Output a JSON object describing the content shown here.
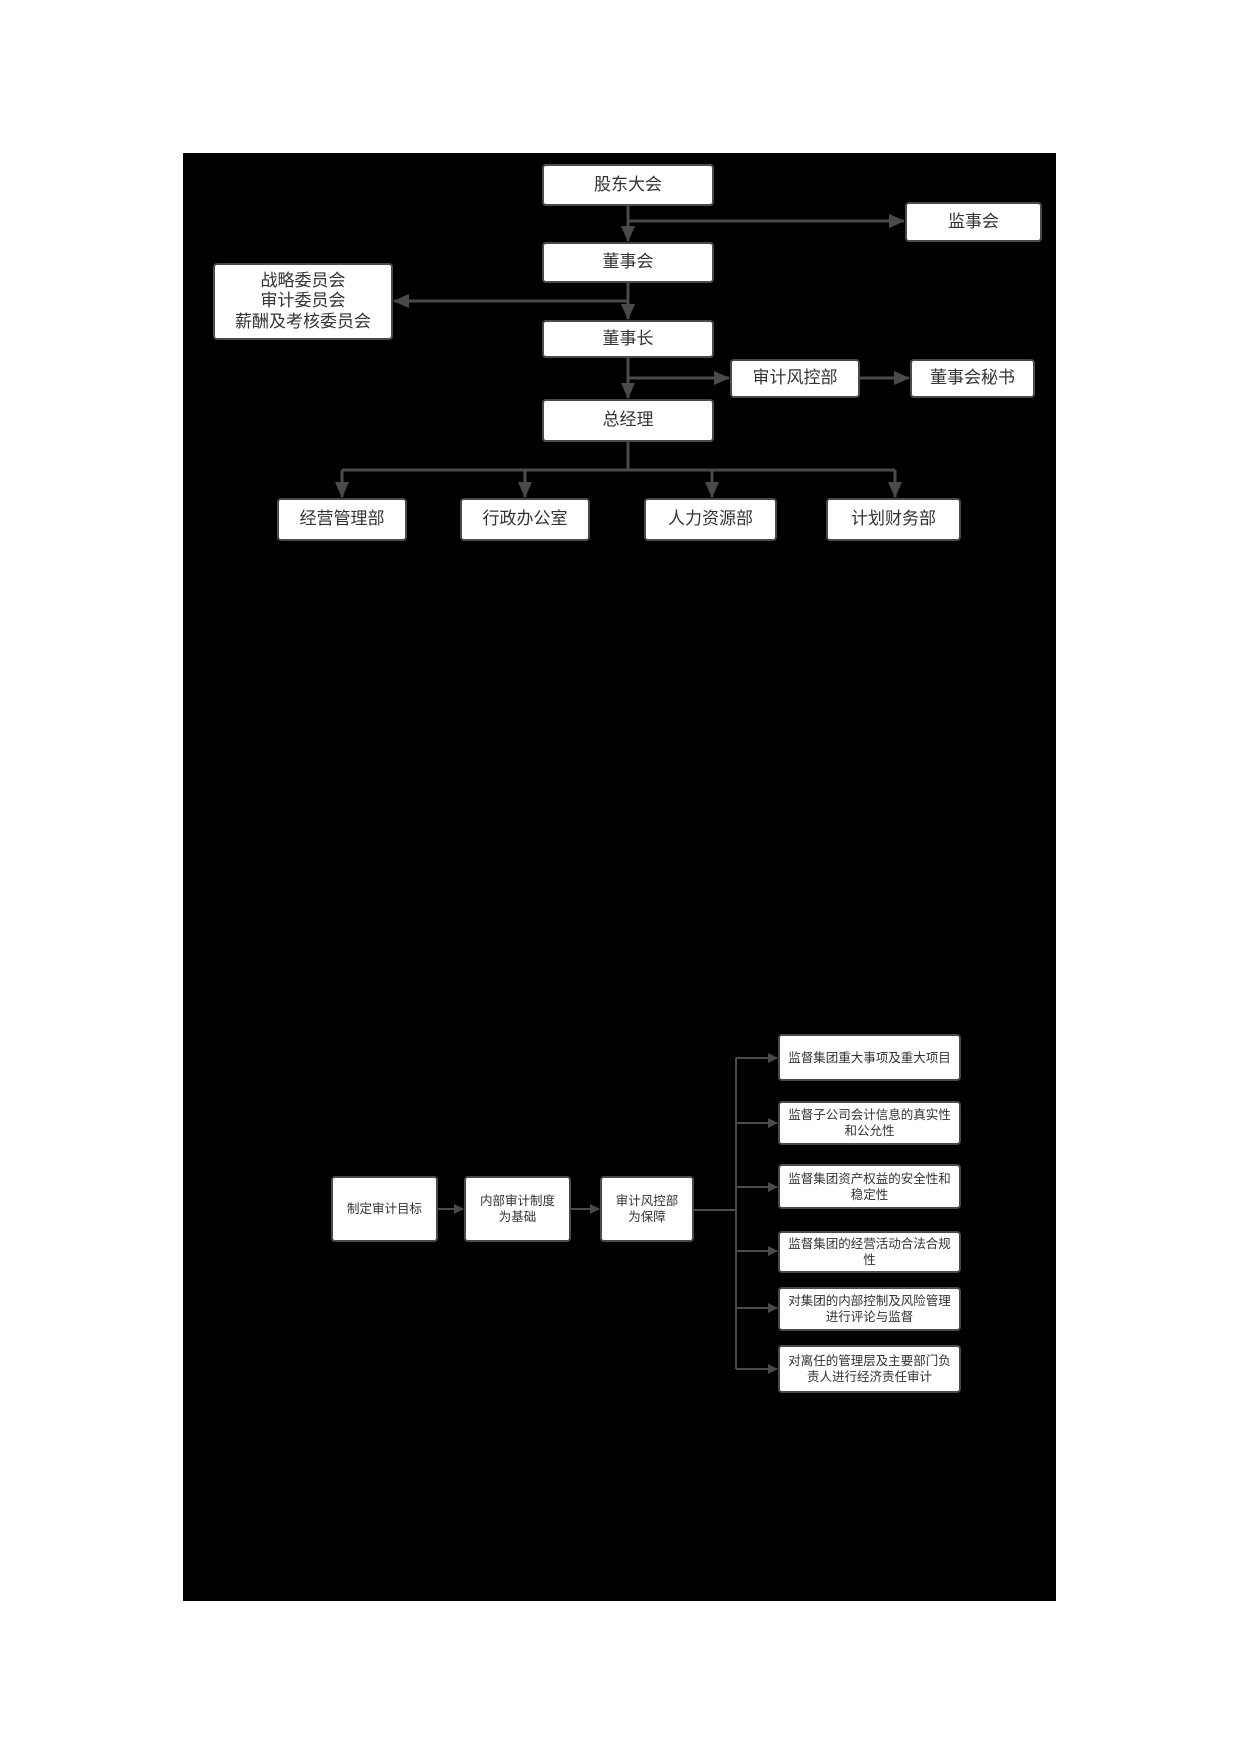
{
  "org_chart": {
    "nodes": {
      "shareholders_meeting": "股东大会",
      "supervisory_board": "监事会",
      "board_of_directors": "董事会",
      "committees": [
        "战略委员会",
        "审计委员会",
        "薪酬及考核委员会"
      ],
      "chairman": "董事长",
      "audit_risk_dept": "审计风控部",
      "board_secretary": "董事会秘书",
      "general_manager": "总经理",
      "departments": [
        "经营管理部",
        "行政办公室",
        "人力资源部",
        "计划财务部"
      ]
    }
  },
  "audit_flow": {
    "steps": [
      "制定审计目标",
      "内部审计制度为基础",
      "审计风控部为保障"
    ],
    "step_labels": {
      "step1": "制定审计目标",
      "step2_line1": "内部审计制度",
      "step2_line2": "为基础",
      "step3_line1": "审计风控部",
      "step3_line2": "为保障"
    },
    "duties": [
      "监督集团重大事项及重大项目",
      "监督子公司会计信息的真实性和公允性",
      "监督集团资产权益的安全性和稳定性",
      "监督集团的经营活动合法合规性",
      "对集团的内部控制及风险管理进行评论与监督",
      "对离任的管理层及主要部门负责人进行经济责任审计"
    ]
  },
  "colors": {
    "background": "#000000",
    "box_fill": "#ffffff",
    "connector": "#4a4a4a",
    "text": "#333333"
  }
}
